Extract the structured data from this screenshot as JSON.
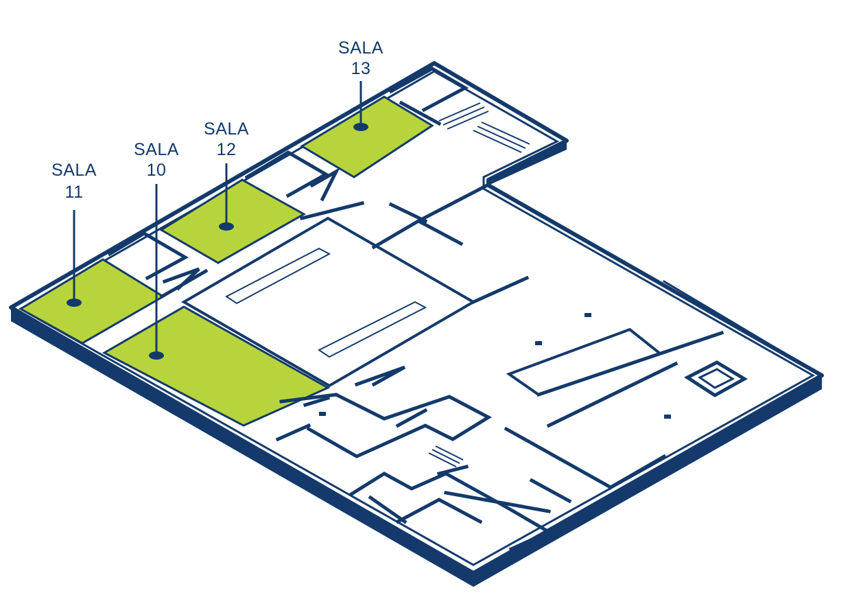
{
  "colors": {
    "wall": "#143a6b",
    "highlight": "#b7d43c",
    "floor": "#ffffff"
  },
  "rooms": [
    {
      "id": "sala-13",
      "line1": "SALA",
      "line2": "13"
    },
    {
      "id": "sala-12",
      "line1": "SALA",
      "line2": "12"
    },
    {
      "id": "sala-10",
      "line1": "SALA",
      "line2": "10"
    },
    {
      "id": "sala-11",
      "line1": "SALA",
      "line2": "11"
    }
  ]
}
